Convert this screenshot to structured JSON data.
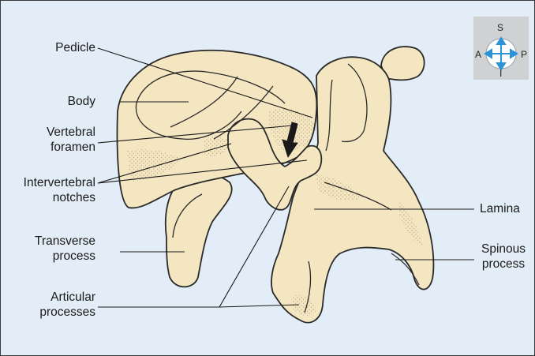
{
  "labels": {
    "pedicle": "Pedicle",
    "body": "Body",
    "vertebral_foramen": [
      "Vertebral",
      "foramen"
    ],
    "intervertebral_notches": [
      "Intervertebral",
      "notches"
    ],
    "transverse_process": [
      "Transverse",
      "process"
    ],
    "articular_processes": [
      "Articular",
      "processes"
    ],
    "lamina": "Lamina",
    "spinous_process": [
      "Spinous",
      "process"
    ]
  },
  "compass": {
    "superior": "S",
    "inferior": "I",
    "anterior": "A",
    "posterior": "P"
  },
  "colors": {
    "background": "#e3edf7",
    "bone": "#f4e6c1",
    "outline": "#2a2a2a",
    "compass_arrow": "#2b93d6"
  }
}
